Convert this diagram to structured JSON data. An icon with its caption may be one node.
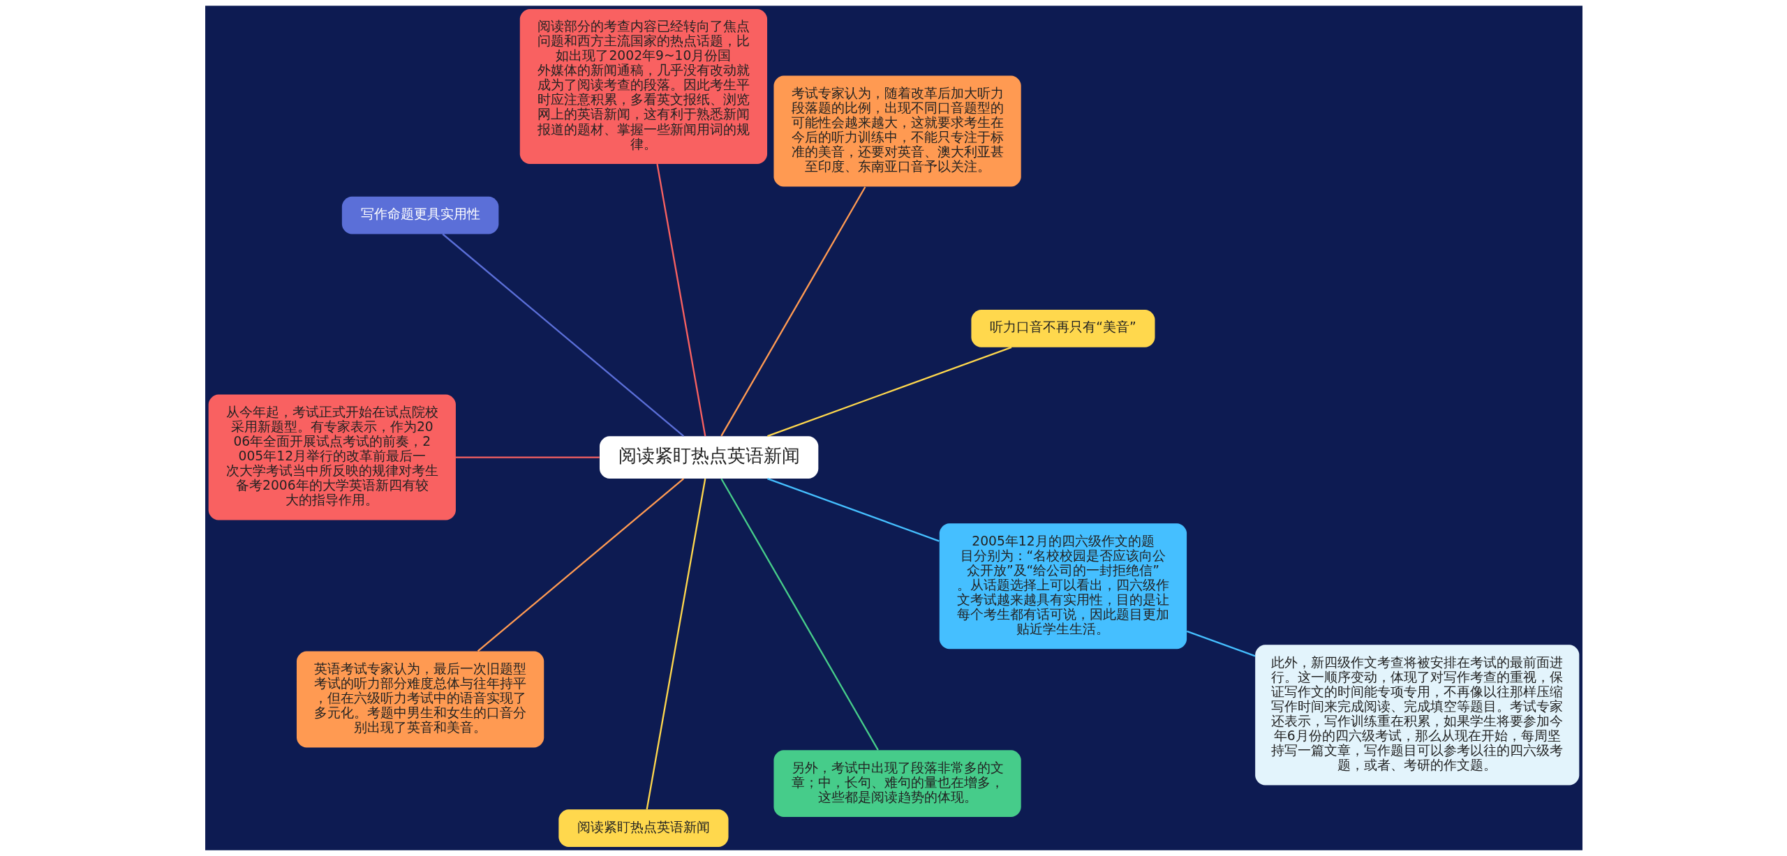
{
  "diagram": {
    "nodes": [
      {
        "text": [
          "阅读紧盯热点英语新闻"
        ]
      },
      {
        "text": [
          "听力口音不再只有“美音”"
        ]
      },
      {
        "text": [
          "考试专家认为，随着改革后加大听力段落题的比例，出现不同口音题型的可能性会越来越大，这就要求考生在今后的听力训练中，不能只专注于标准的美音，还要对英音、澳大利亚甚至印度、东南亚口音予以关注。"
        ]
      },
      {
        "text": [
          "阅读部分的考查内容已经转向了焦点问题和西方主流国家的热点话题，比如出现了2002年9~10月份国外媒体的新闻通稿，几乎没有改动就成为了阅读考查的段落。因此考生平时应注意积累，多看英文报纸、浏览网上的英语新闻，这有利于熟悉新闻报道的题材、掌握一些新闻用词的规律。"
        ]
      },
      {
        "text": [
          "写作命题更具实用性"
        ]
      },
      {
        "text": [
          "从今年起，考试正式开始在试点院校采用新题型。有专家表示，作为2006年全面开展试点考试的前奏，2005年12月举行的改革前最后一次大学考试当中所反映的规律对考生备考2006年的大学英语新四有较大的指导作用。"
        ]
      },
      {
        "text": [
          "英语考试专家认为，最后一次旧题型考试的听力部分难度总体与往年持平，但在六级听力考试中的语音实现了多元化。考题中男生和女生的口音分别出现了英音和美音。"
        ]
      },
      {
        "text": [
          "阅读紧盯热点英语新闻"
        ]
      },
      {
        "text": [
          "另外，考试中出现了段落非常多的文章；中，长句、难句的量也在增多，这些都是阅读趋势的体现。"
        ]
      },
      {
        "text": [
          "2005年12月的四六级作文的题目分别为：“名校校园是否应该向公众开放”及“给公司的一封拒绝信”。从话题选择上可以看出，四六级作文考试越来越具有实用性，目的是让每个考生都有话可说，因此题目更加贴近学生生活。"
        ]
      },
      {
        "text": [
          "此外，新四级作文考查将被安排在考试的最前面进行。这一顺序变动，体现了对写作考查的重视，保证写作文的时间能专项专用，不再像以往那样压缩写作时间来完成阅读、完成填空等题目。考试专家还表示，写作训练重在积累，如果学生将要参加今年6月份的四六级考试，那么从现在开始，每周坚持写一篇文章，写作题目可以参考以往的四六级考题，或者、考研的作文题。"
        ]
      }
    ],
    "edges": [
      {
        "from": 0,
        "to": 1,
        "arrow": "none",
        "color": "#ffd84d"
      },
      {
        "from": 0,
        "to": 2,
        "arrow": "none",
        "color": "#ff9a52"
      },
      {
        "from": 0,
        "to": 3,
        "arrow": "none",
        "color": "#f96161"
      },
      {
        "from": 0,
        "to": 4,
        "arrow": "none",
        "color": "#5b6fd8"
      },
      {
        "from": 0,
        "to": 5,
        "arrow": "none",
        "color": "#f96161"
      },
      {
        "from": 0,
        "to": 6,
        "arrow": "none",
        "color": "#ff9a52"
      },
      {
        "from": 0,
        "to": 7,
        "arrow": "none",
        "color": "#ffd84d"
      },
      {
        "from": 0,
        "to": 8,
        "arrow": "none",
        "color": "#46cc8a"
      },
      {
        "from": 0,
        "to": 9,
        "arrow": "none",
        "color": "#45bfff"
      },
      {
        "from": 9,
        "to": 10,
        "arrow": "none",
        "color": "#45bfff"
      }
    ]
  }
}
